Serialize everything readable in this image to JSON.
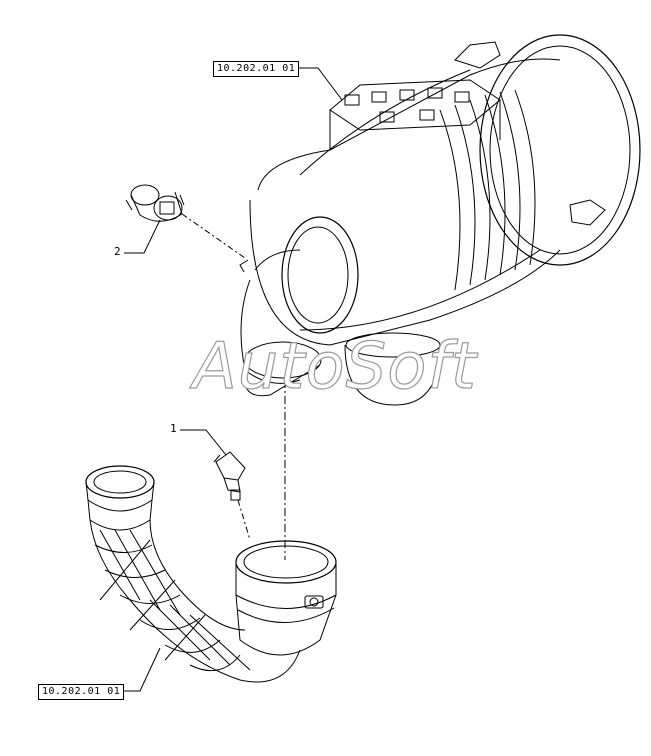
{
  "references": {
    "top": "10.202.01 01",
    "bottom": "10.202.01 01"
  },
  "callouts": {
    "item1": "1",
    "item2": "2"
  },
  "watermark": "AutoSoft",
  "colors": {
    "line": "#000000",
    "watermark_outline": "#9a9a9a",
    "background": "#ffffff"
  }
}
